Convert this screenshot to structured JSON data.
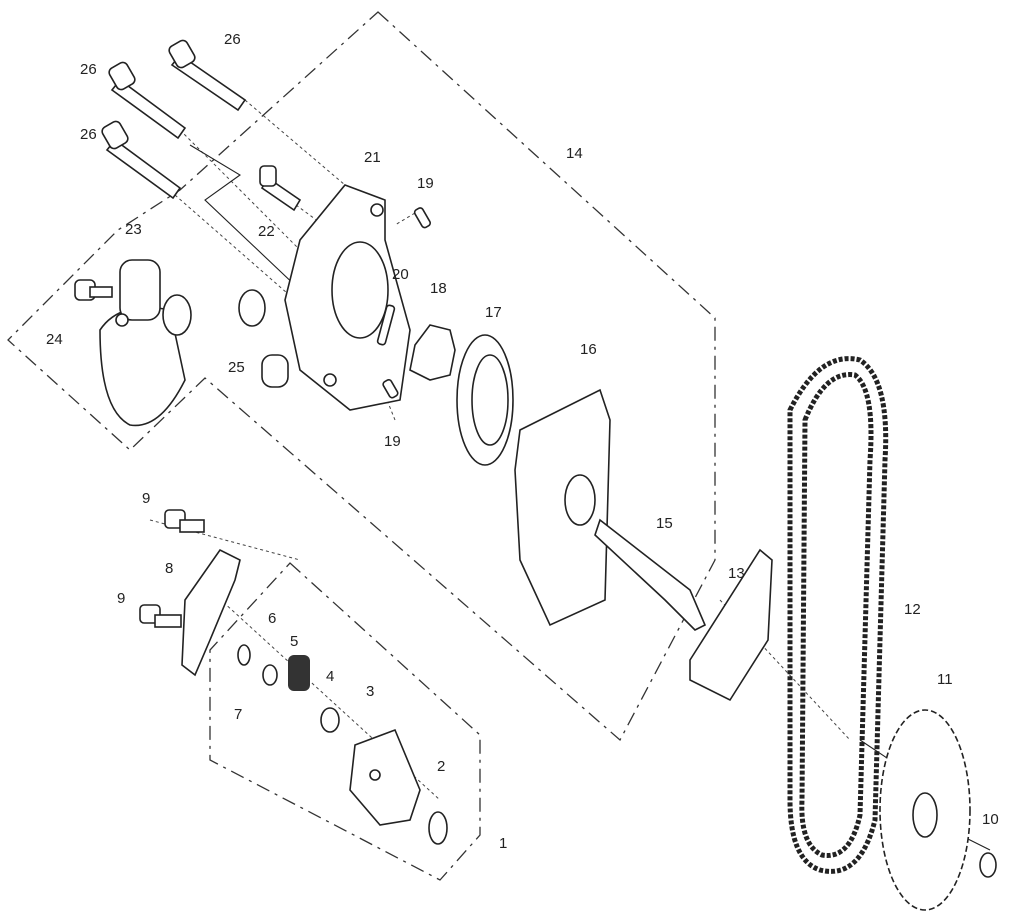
{
  "title": "Oil pump assembly exploded view",
  "callouts": {
    "p26a": "26",
    "p26b": "26",
    "p26c": "26",
    "p21": "21",
    "p19a": "19",
    "p19b": "19",
    "p22": "22",
    "p14": "14",
    "p23": "23",
    "p20": "20",
    "p18": "18",
    "p17": "17",
    "p16": "16",
    "p24": "24",
    "p25": "25",
    "p15": "15",
    "p13": "13",
    "p12": "12",
    "p9a": "9",
    "p9b": "9",
    "p8": "8",
    "p6": "6",
    "p5": "5",
    "p4": "4",
    "p3": "3",
    "p7": "7",
    "p2": "2",
    "p1": "1",
    "p11": "11",
    "p10": "10"
  }
}
